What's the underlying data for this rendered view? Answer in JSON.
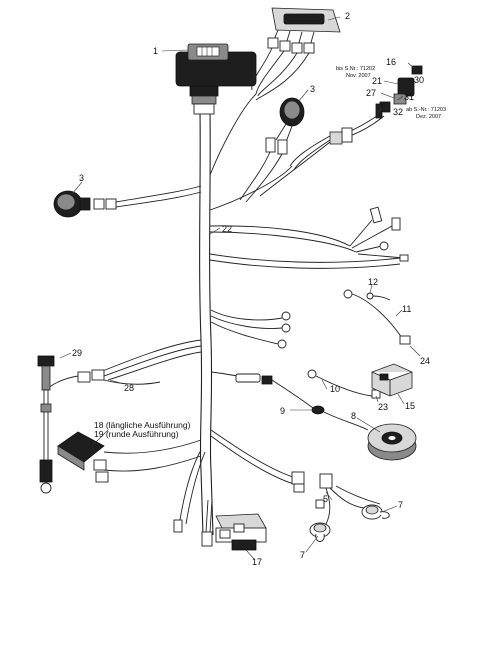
{
  "callouts": {
    "c1": "1",
    "c2": "2",
    "c3a": "3",
    "c3b": "3",
    "c5": "5",
    "c7a": "7",
    "c7b": "7",
    "c8": "8",
    "c9": "9",
    "c10": "10",
    "c11": "11",
    "c12": "12",
    "c15": "15",
    "c16": "16",
    "c17": "17",
    "c21": "21",
    "c22": "22",
    "c23": "23",
    "c24": "24",
    "c27": "27",
    "c28": "28",
    "c29": "29",
    "c30": "30",
    "c31": "31",
    "c32": "32"
  },
  "notes": {
    "serial_upto_line1": "bis S.Nr.: 71202",
    "serial_upto_line2": "Nov. 2007",
    "serial_from_line1": "ab S.-Nr.: 71203",
    "serial_from_line2": "Dez. 2007",
    "variant_18": "18 (längliche Ausführung)",
    "variant_19": "19  (runde Ausführung)"
  }
}
